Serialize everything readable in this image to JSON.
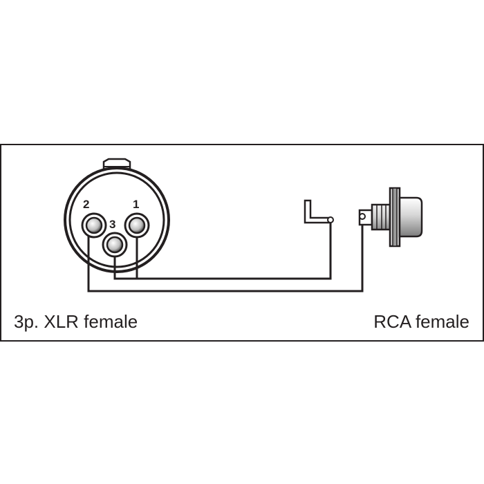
{
  "xlr": {
    "label": "3p. XLR female",
    "pins": [
      "2",
      "3",
      "1"
    ]
  },
  "rca": {
    "label": "RCA female"
  },
  "colors": {
    "ink": "#231f20",
    "background": "#ffffff",
    "metal_light": "#e8e8e8",
    "metal_dark": "#9a9a9a"
  }
}
